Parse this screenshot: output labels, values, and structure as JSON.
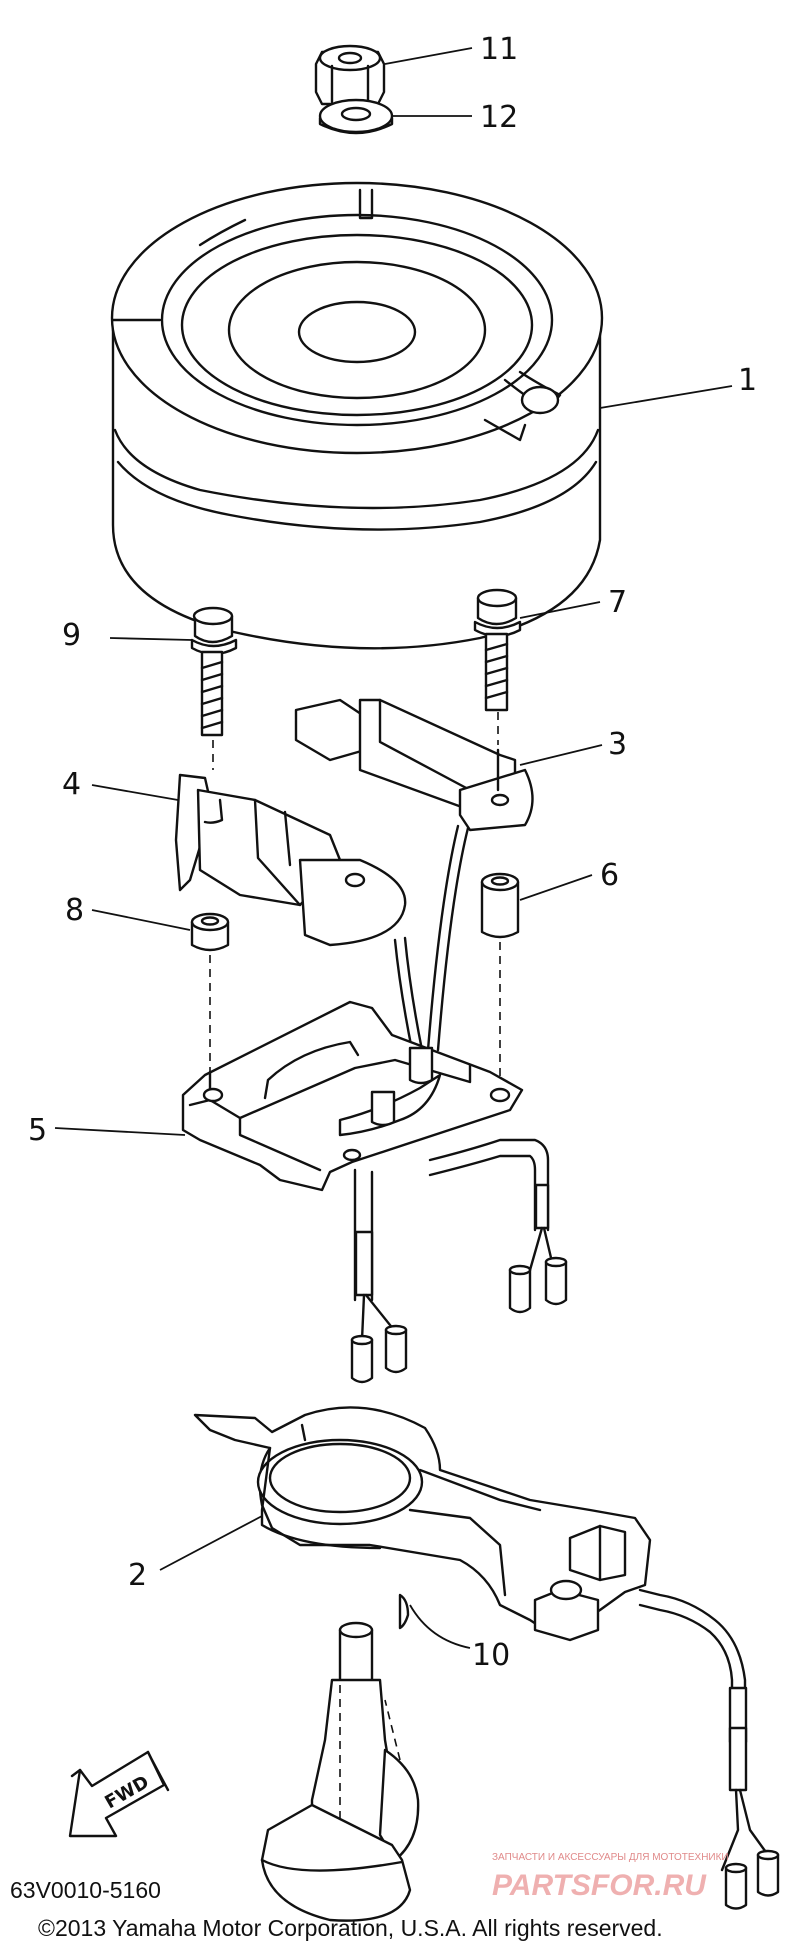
{
  "callouts": [
    {
      "id": "11",
      "label": "11"
    },
    {
      "id": "12",
      "label": "12"
    },
    {
      "id": "1",
      "label": "1"
    },
    {
      "id": "9",
      "label": "9"
    },
    {
      "id": "7",
      "label": "7"
    },
    {
      "id": "3",
      "label": "3"
    },
    {
      "id": "4",
      "label": "4"
    },
    {
      "id": "6",
      "label": "6"
    },
    {
      "id": "8",
      "label": "8"
    },
    {
      "id": "5",
      "label": "5"
    },
    {
      "id": "2",
      "label": "2"
    },
    {
      "id": "10",
      "label": "10"
    }
  ],
  "fwd_label": "FWD",
  "diagram_code": "63V0010-5160",
  "copyright": "©2013 Yamaha Motor Corporation, U.S.A. All rights reserved.",
  "watermark": {
    "small_text": "ЗАПЧАСТИ И АКСЕССУАРЫ ДЛЯ МОТОТЕХНИКИ",
    "logo_text": "PARTSFOR.RU",
    "color": "#e08a8a"
  }
}
